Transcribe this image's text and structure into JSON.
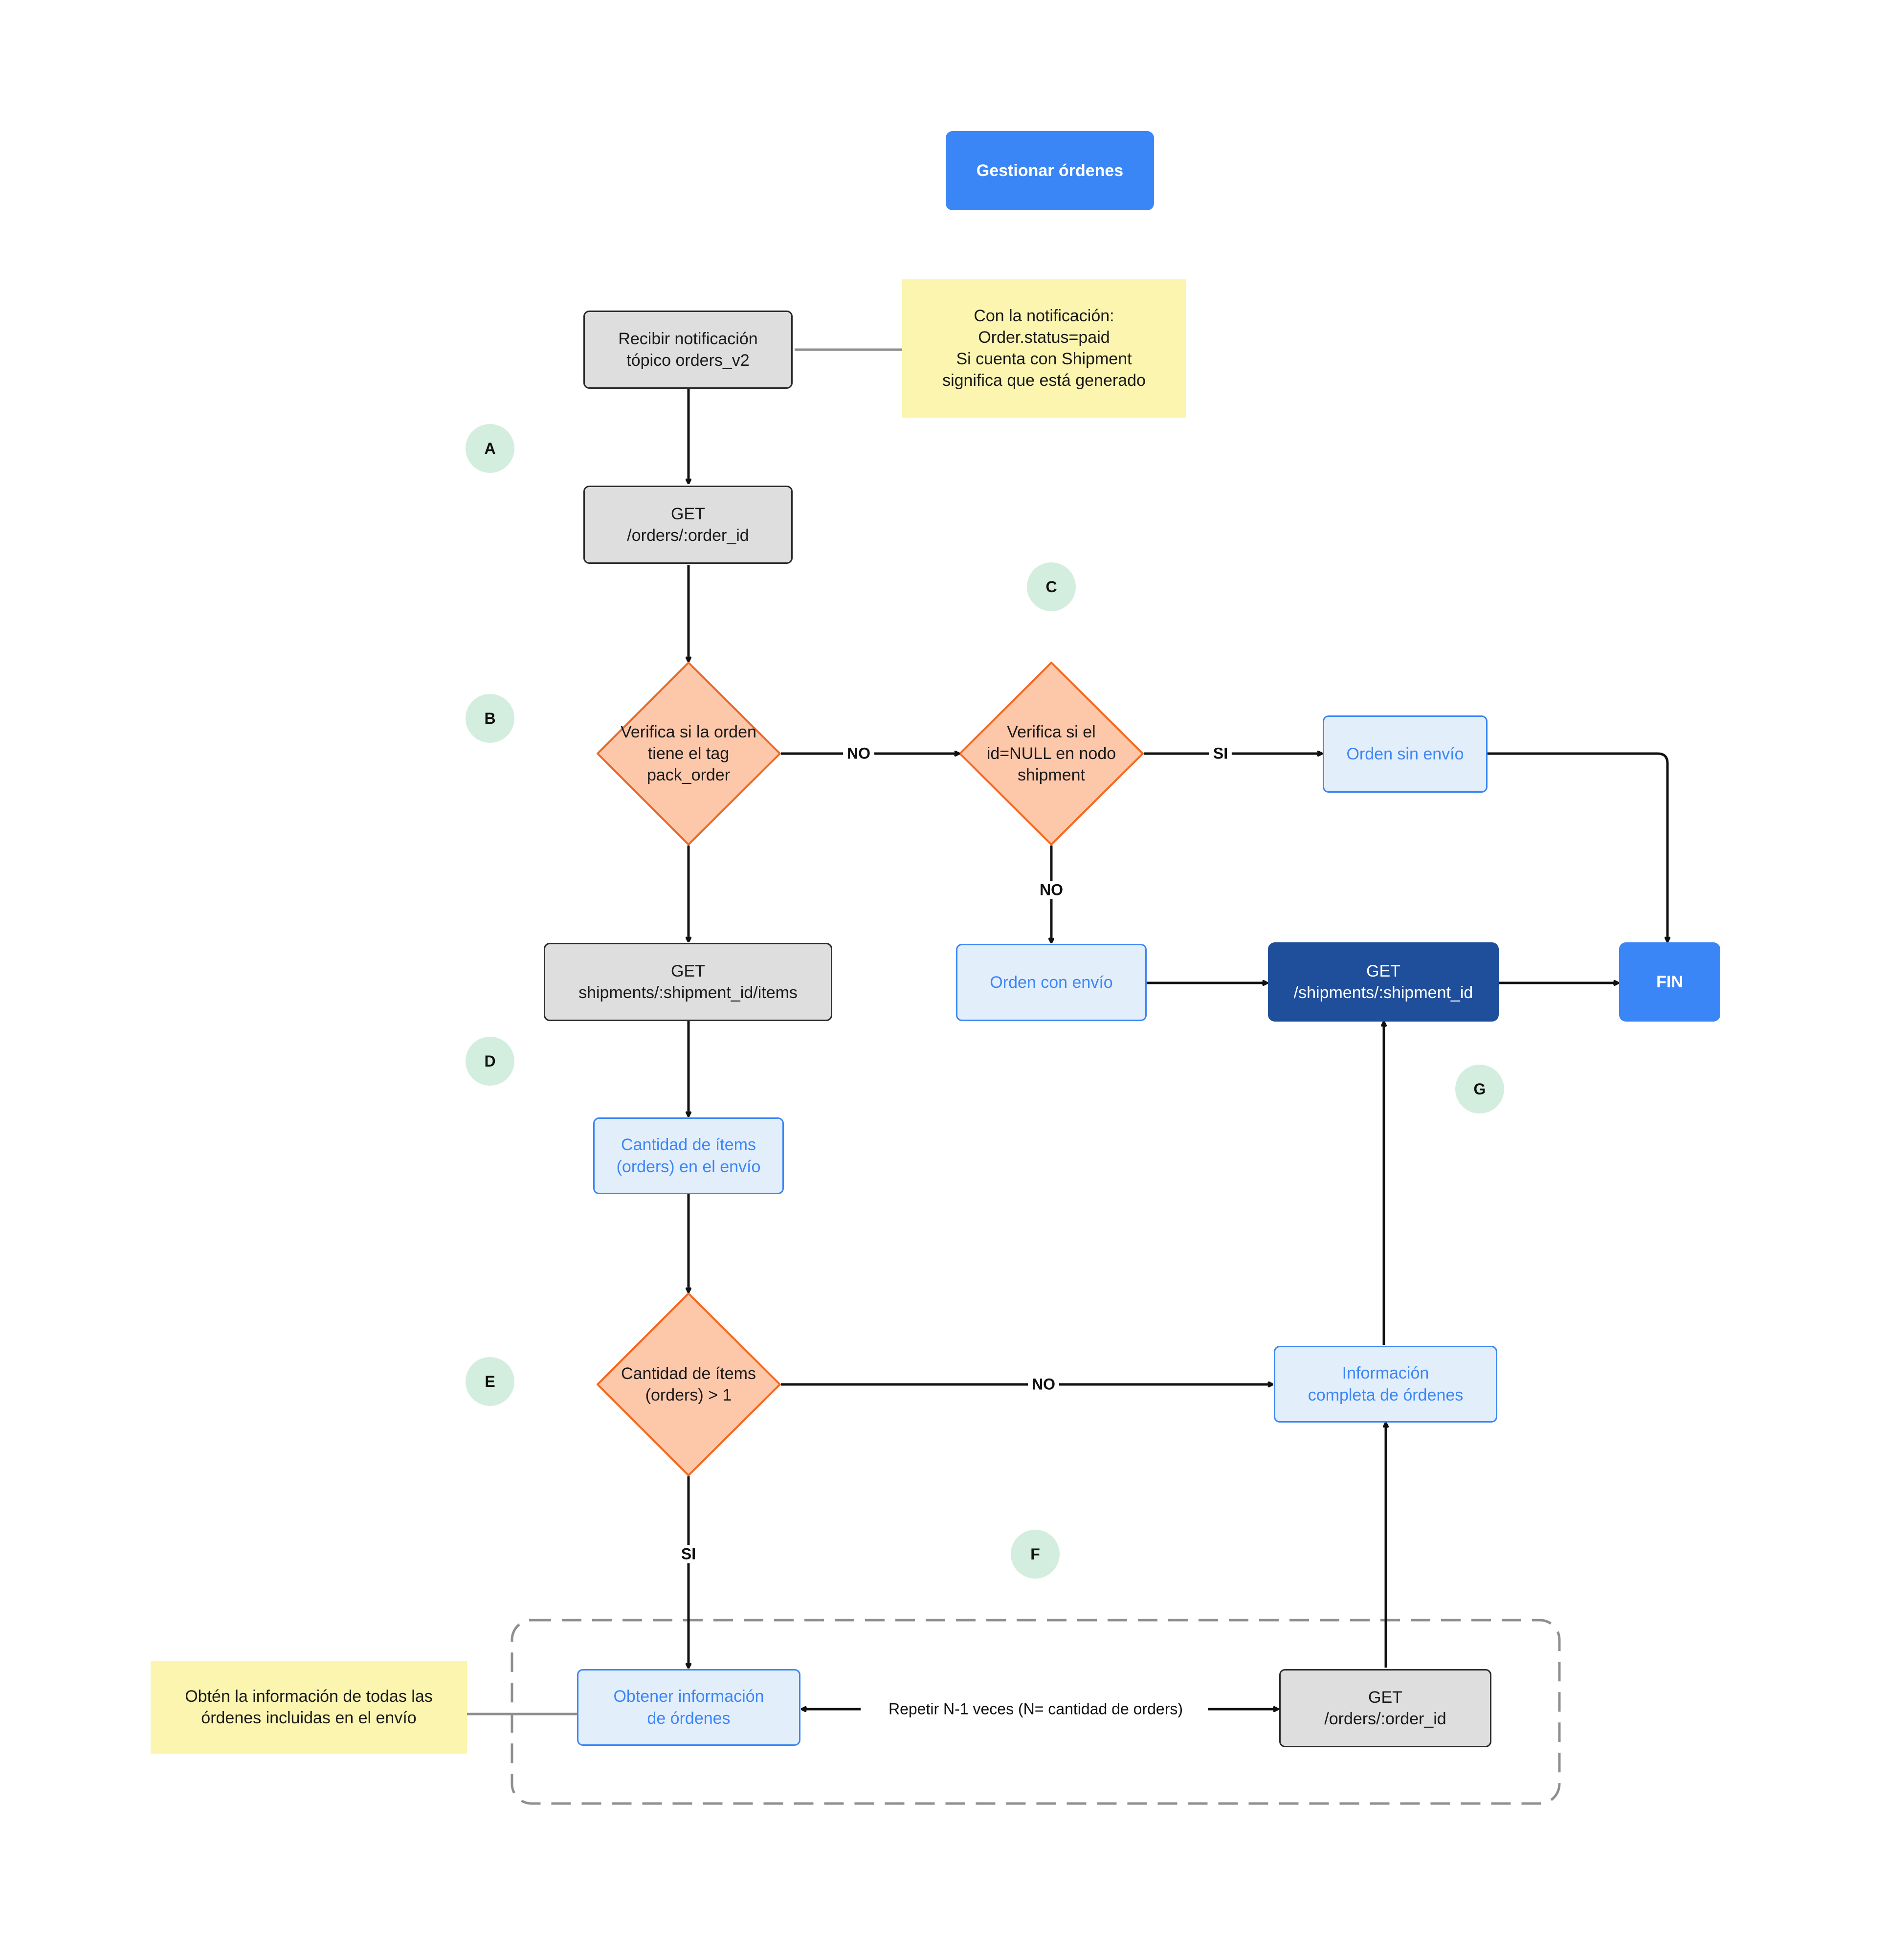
{
  "title": "Gestionar órdenes",
  "notes": {
    "notification": "Con la notificación:\nOrder.status=paid\nSi cuenta con Shipment\nsignifica que está generado",
    "all_orders": "Obtén la información de todas las\nórdenes incluidas en el envío"
  },
  "nodes": {
    "receive": "Recibir notificación\ntópico orders_v2",
    "get_order": "GET\n/orders/:order_id",
    "check_pack": "Verifica si la orden\ntiene el tag\npack_order",
    "check_null": "Verifica si el\nid=NULL en nodo\nshipment",
    "no_shipping": "Orden sin envío",
    "with_shipping": "Orden con envío",
    "get_shipment": "GET\n/shipments/:shipment_id",
    "fin": "FIN",
    "get_items": "GET\nshipments/:shipment_id/items",
    "items_count": "Cantidad de ítems\n(orders) en el envío",
    "items_gt": "Cantidad de ítems\n(orders) > 1",
    "full_info": "Información\ncompleta de órdenes",
    "obtain_info": "Obtener información\nde órdenes",
    "get_order_loop": "GET\n/orders/:order_id"
  },
  "edge_labels": {
    "no_1": "NO",
    "si_1": "SI",
    "no_2": "NO",
    "no_3": "NO",
    "si_2": "SI",
    "repeat": "Repetir N-1 veces (N= cantidad de orders)"
  },
  "markers": [
    "A",
    "B",
    "C",
    "D",
    "E",
    "F",
    "G"
  ],
  "colors": {
    "gray_fill": "#dedede",
    "light_blue_fill": "#e3eefb",
    "blue": "#3b86f6",
    "navy": "#1f4e9a",
    "diamond_fill": "#fdc7aa",
    "diamond_stroke": "#f06a24",
    "note_fill": "#fbf5b0",
    "marker_fill": "#d3eedf"
  }
}
